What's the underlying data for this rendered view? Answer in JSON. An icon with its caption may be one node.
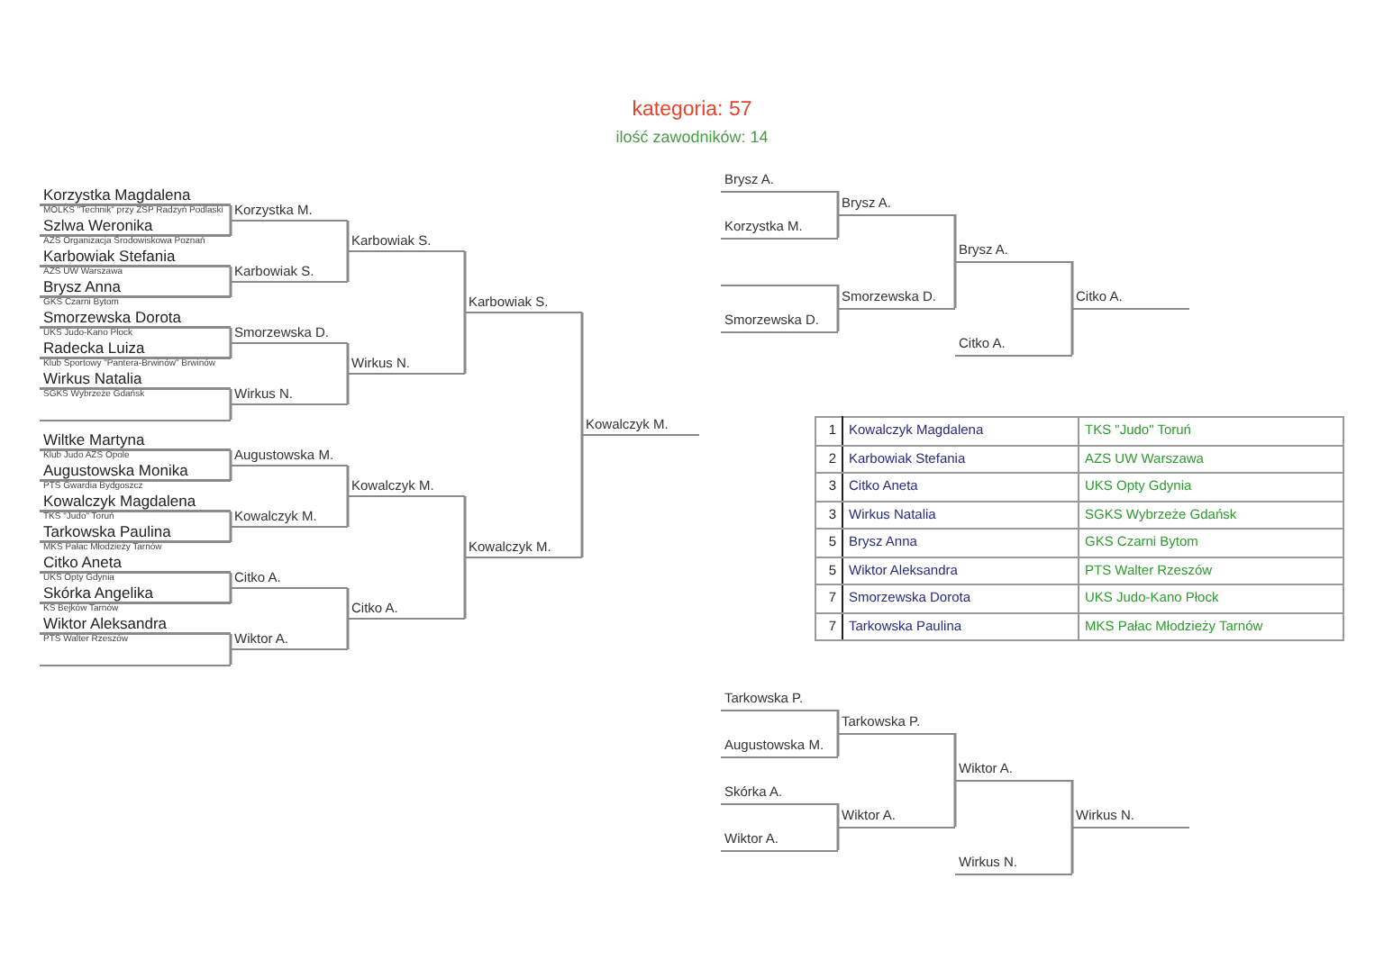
{
  "diagram": {
    "title": "kategoria: 57",
    "nodes": [
      {
        "text": [
          "Korzystka Magdalena",
          "MOLKS \"Technik\" przy ZSP Radzyń Podlaski"
        ]
      },
      {
        "text": [
          "Szlwa Weronika",
          "AZS Organizacja Środowiskowa Poznań"
        ]
      },
      {
        "text": [
          "Karbowiak Stefania",
          "AZS UW Warszawa"
        ]
      },
      {
        "text": [
          "Brysz Anna",
          "GKS Czarni Bytom"
        ]
      },
      {
        "text": [
          "Smorzewska Dorota",
          "UKS Judo-Kano Płock"
        ]
      },
      {
        "text": [
          "Radecka Luiza",
          "Klub Sportowy \"Pantera-Brwinów\" Brwinów"
        ]
      },
      {
        "text": [
          "Wirkus Natalia",
          "SGKS Wybrzeże Gdańsk"
        ]
      },
      {
        "text": [],
        "shape": "line"
      },
      {
        "text": [
          "Wiltke Martyna",
          "Klub Judo AZS Opole"
        ]
      },
      {
        "text": [
          "Augustowska Monika",
          "PTS Gwardia Bydgoszcz"
        ]
      },
      {
        "text": [
          "Kowalczyk Magdalena",
          "TKS \"Judo\" Toruń"
        ]
      },
      {
        "text": [
          "Tarkowska Paulina",
          "MKS Pałac Młodzieży Tarnów"
        ]
      },
      {
        "text": [
          "Citko Aneta",
          "UKS Opty Gdynia"
        ]
      },
      {
        "text": [
          "Skórka Angelika",
          "KS Bejków Tarnów"
        ]
      },
      {
        "text": [
          "Wiktor Aleksandra",
          "PTS Walter Rzeszów"
        ]
      },
      {
        "text": [],
        "shape": "line"
      },
      {
        "text": [
          "Korzystka M."
        ]
      },
      {
        "text": [
          "Karbowiak S."
        ]
      },
      {
        "text": [
          "Smorzewska D."
        ]
      },
      {
        "text": [
          "Wirkus N."
        ]
      },
      {
        "text": [
          "Augustowska M."
        ]
      },
      {
        "text": [
          "Kowalczyk M."
        ]
      },
      {
        "text": [
          "Citko A."
        ]
      },
      {
        "text": [
          "Wiktor A."
        ]
      },
      {
        "text": [
          "Karbowiak S."
        ]
      },
      {
        "text": [
          "Wirkus N."
        ]
      },
      {
        "text": [
          "Kowalczyk M."
        ]
      },
      {
        "text": [
          "Citko A."
        ]
      },
      {
        "text": [
          "Karbowiak S."
        ]
      },
      {
        "text": [
          "Kowalczyk M."
        ]
      },
      {
        "text": [
          "Kowalczyk M."
        ]
      },
      {
        "text": [
          "Brysz A."
        ]
      },
      {
        "text": [
          "Korzystka M."
        ]
      },
      {
        "text": [],
        "shape": "line"
      },
      {
        "text": [
          "Smorzewska D."
        ]
      },
      {
        "text": [
          "Brysz A."
        ]
      },
      {
        "text": [
          "Smorzewska D."
        ]
      },
      {
        "text": [
          "Brysz A."
        ]
      },
      {
        "text": [
          "Citko A."
        ]
      },
      {
        "text": [
          "Citko A."
        ]
      },
      {
        "text": [
          "Tarkowska P."
        ]
      },
      {
        "text": [
          "Augustowska M."
        ]
      },
      {
        "text": [
          "Skórka A."
        ]
      },
      {
        "text": [
          "Wiktor A."
        ]
      },
      {
        "text": [
          "Tarkowska P."
        ]
      },
      {
        "text": [
          "Wiktor A."
        ]
      },
      {
        "text": [
          "Wiktor A."
        ]
      },
      {
        "text": [
          "Wirkus N."
        ]
      },
      {
        "text": [
          "Wirkus N."
        ]
      }
    ],
    "edges": [
      {
        "from": 0,
        "to": 16,
        "arrow": "none"
      },
      {
        "from": 1,
        "to": 16,
        "arrow": "none"
      },
      {
        "from": 2,
        "to": 17,
        "arrow": "none"
      },
      {
        "from": 3,
        "to": 17,
        "arrow": "none"
      },
      {
        "from": 4,
        "to": 18,
        "arrow": "none"
      },
      {
        "from": 5,
        "to": 18,
        "arrow": "none"
      },
      {
        "from": 6,
        "to": 19,
        "arrow": "none"
      },
      {
        "from": 7,
        "to": 19,
        "arrow": "none"
      },
      {
        "from": 8,
        "to": 20,
        "arrow": "none"
      },
      {
        "from": 9,
        "to": 20,
        "arrow": "none"
      },
      {
        "from": 10,
        "to": 21,
        "arrow": "none"
      },
      {
        "from": 11,
        "to": 21,
        "arrow": "none"
      },
      {
        "from": 12,
        "to": 22,
        "arrow": "none"
      },
      {
        "from": 13,
        "to": 22,
        "arrow": "none"
      },
      {
        "from": 14,
        "to": 23,
        "arrow": "none"
      },
      {
        "from": 15,
        "to": 23,
        "arrow": "none"
      },
      {
        "from": 16,
        "to": 24,
        "arrow": "none"
      },
      {
        "from": 17,
        "to": 24,
        "arrow": "none"
      },
      {
        "from": 18,
        "to": 25,
        "arrow": "none"
      },
      {
        "from": 19,
        "to": 25,
        "arrow": "none"
      },
      {
        "from": 20,
        "to": 26,
        "arrow": "none"
      },
      {
        "from": 21,
        "to": 26,
        "arrow": "none"
      },
      {
        "from": 22,
        "to": 27,
        "arrow": "none"
      },
      {
        "from": 23,
        "to": 27,
        "arrow": "none"
      },
      {
        "from": 24,
        "to": 28,
        "arrow": "none"
      },
      {
        "from": 25,
        "to": 28,
        "arrow": "none"
      },
      {
        "from": 26,
        "to": 29,
        "arrow": "none"
      },
      {
        "from": 27,
        "to": 29,
        "arrow": "none"
      },
      {
        "from": 28,
        "to": 30,
        "arrow": "none"
      },
      {
        "from": 29,
        "to": 30,
        "arrow": "none"
      },
      {
        "from": 31,
        "to": 35,
        "arrow": "none"
      },
      {
        "from": 32,
        "to": 35,
        "arrow": "none"
      },
      {
        "from": 33,
        "to": 36,
        "arrow": "none"
      },
      {
        "from": 34,
        "to": 36,
        "arrow": "none"
      },
      {
        "from": 35,
        "to": 37,
        "arrow": "none"
      },
      {
        "from": 36,
        "to": 37,
        "arrow": "none"
      },
      {
        "from": 37,
        "to": 39,
        "arrow": "none"
      },
      {
        "from": 38,
        "to": 39,
        "arrow": "none"
      },
      {
        "from": 40,
        "to": 44,
        "arrow": "none"
      },
      {
        "from": 41,
        "to": 44,
        "arrow": "none"
      },
      {
        "from": 42,
        "to": 45,
        "arrow": "none"
      },
      {
        "from": 43,
        "to": 45,
        "arrow": "none"
      },
      {
        "from": 44,
        "to": 46,
        "arrow": "none"
      },
      {
        "from": 45,
        "to": 46,
        "arrow": "none"
      },
      {
        "from": 46,
        "to": 48,
        "arrow": "none"
      },
      {
        "from": 47,
        "to": 48,
        "arrow": "none"
      }
    ],
    "labels": [
      "ilość zawodników: 14",
      "1",
      "Kowalczyk Magdalena",
      "TKS \"Judo\" Toruń",
      "2",
      "Karbowiak Stefania",
      "AZS UW Warszawa",
      "3",
      "Citko Aneta",
      "UKS Opty Gdynia",
      "3",
      "Wirkus Natalia",
      "SGKS Wybrzeże Gdańsk",
      "5",
      "Brysz Anna",
      "GKS Czarni Bytom",
      "5",
      "Wiktor Aleksandra",
      "PTS Walter Rzeszów",
      "7",
      "Smorzewska Dorota",
      "UKS Judo-Kano Płock",
      "7",
      "Tarkowska Paulina",
      "MKS Pałac Młodzieży Tarnów"
    ]
  }
}
